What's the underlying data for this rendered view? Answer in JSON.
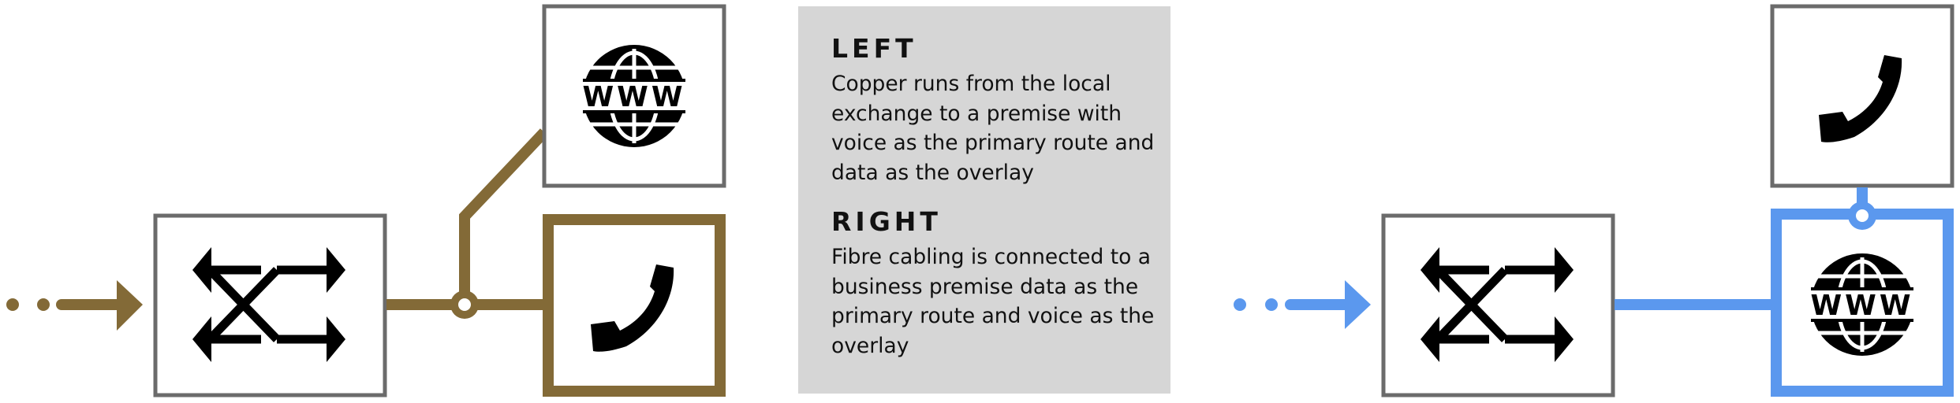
{
  "colors": {
    "copper": "#836a37",
    "fibre": "#5b98ee",
    "box_border": "#6b6b6b",
    "panel_bg": "#d6d6d6",
    "icon": "#000000"
  },
  "icons": {
    "switch": "crossed-arrows-icon",
    "internet": "www-globe-icon",
    "voice": "telephone-handset-icon"
  },
  "panel": {
    "left_heading": "LEFT",
    "left_text": "Copper runs from the local exchange to a premise with voice as the primary route and data as the overlay",
    "right_heading": "RIGHT",
    "right_text": "Fibre cabling is connected to a business premise data as the primary route and voice as the overlay"
  },
  "www_label": "WWW"
}
